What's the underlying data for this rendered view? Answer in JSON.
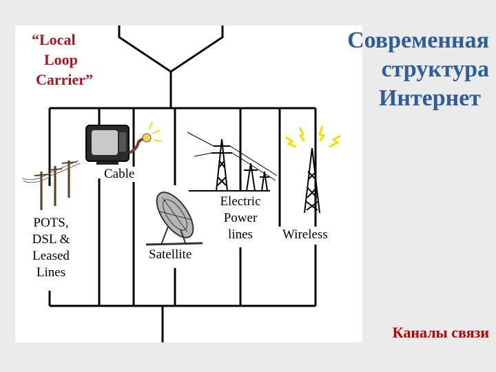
{
  "title_lines": [
    "Современная",
    "структура",
    "Интернет"
  ],
  "local_loop": [
    "“Local",
    "Loop",
    "Carrier”"
  ],
  "labels": {
    "cable": "Cable",
    "pots": [
      "POTS,",
      "DSL &",
      "Leased",
      "Lines"
    ],
    "satellite": "Satellite",
    "electric": [
      "Electric",
      "Power",
      "lines"
    ],
    "wireless": "Wireless"
  },
  "footer": "Каналы связи",
  "icons": [
    "telephone-pole-icon",
    "tv-set-icon",
    "satellite-dish-icon",
    "power-tower-icon",
    "radio-tower-icon"
  ],
  "colors": {
    "title": "#2e5d9a",
    "local_loop": "#b0131a",
    "footer": "#c00000",
    "spark": "#f2e000"
  }
}
